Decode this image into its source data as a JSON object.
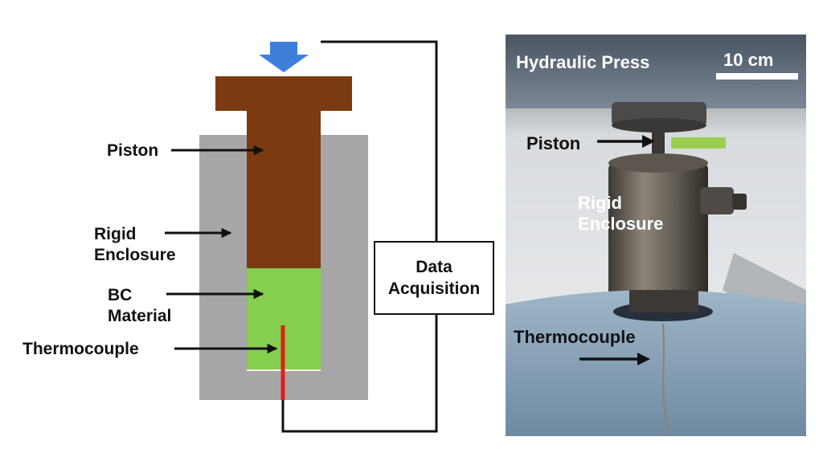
{
  "diagram": {
    "labels": {
      "piston": "Piston",
      "rigid_enclosure": "Rigid\nEnclosure",
      "bc_material": "BC\nMaterial",
      "thermocouple": "Thermocouple",
      "data_acquisition": "Data\nAcquisition"
    },
    "colors": {
      "piston": "#7b3b10",
      "enclosure": "#a6a6a6",
      "bc_material": "#85cf4e",
      "thermocouple_wire": "#e0201b",
      "load_arrow": "#3f7fdc",
      "wire": "#111111"
    }
  },
  "photo": {
    "labels": {
      "hydraulic_press": "Hydraulic Press",
      "scale_bar": "10 cm",
      "piston": "Piston",
      "rigid_enclosure": "Rigid\nEnclosure",
      "thermocouple": "Thermocouple"
    },
    "colors": {
      "label_white": "#ffffff",
      "label_dark": "#111111"
    }
  }
}
